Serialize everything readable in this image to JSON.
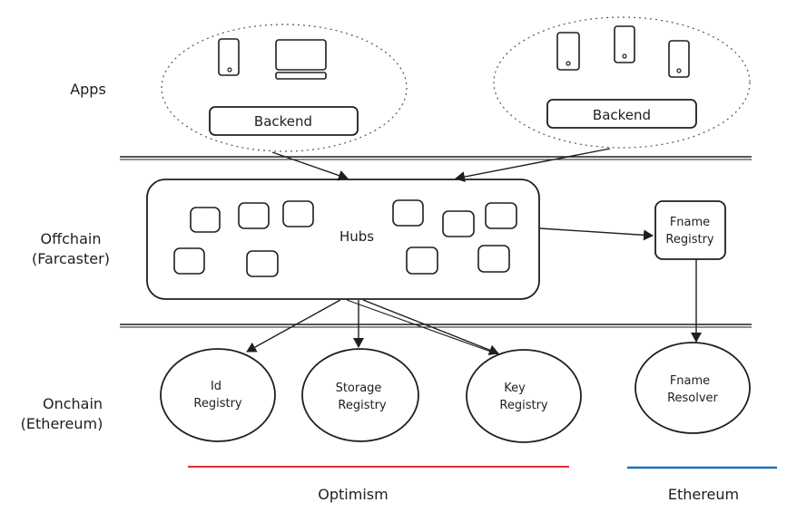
{
  "layers": {
    "apps": "Apps",
    "offchain_line1": "Offchain",
    "offchain_line2": "(Farcaster)",
    "onchain_line1": "Onchain",
    "onchain_line2": "(Ethereum)"
  },
  "apps": {
    "left_backend": "Backend",
    "right_backend": "Backend"
  },
  "hubs": "Hubs",
  "fname_registry": {
    "line1": "Fname",
    "line2": "Registry"
  },
  "onchain": {
    "id_registry": {
      "line1": "Id",
      "line2": "Registry"
    },
    "storage_registry": {
      "line1": "Storage",
      "line2": "Registry"
    },
    "key_registry": {
      "line1": "Key",
      "line2": "Registry"
    },
    "fname_resolver": {
      "line1": "Fname",
      "line2": "Resolver"
    }
  },
  "chains": {
    "optimism": {
      "label": "Optimism",
      "color": "#e03131"
    },
    "ethereum": {
      "label": "Ethereum",
      "color": "#1971c2"
    }
  }
}
